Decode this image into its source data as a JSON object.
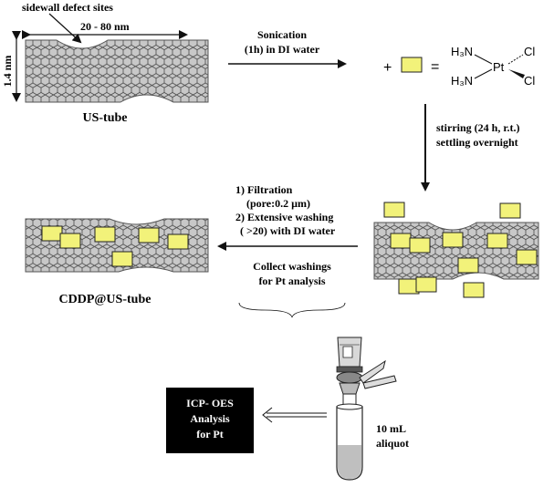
{
  "colors": {
    "tube_fill": "#c8c8c8",
    "tube_line": "#555555",
    "drug_box": "#f2f27a",
    "drug_border": "#222222",
    "ink": "#111111",
    "icp_bg": "#000000",
    "icp_text": "#ffffff"
  },
  "tube": {
    "defect_label": "sidewall defect sites",
    "length_label": "20 - 80 nm",
    "diameter_label": "1.4 nm",
    "name": "US-tube"
  },
  "step1": {
    "line1": "Sonication",
    "line2": "(1h) in DI water"
  },
  "cisplatin": {
    "plus": "+",
    "equals": "=",
    "nh3_top": "H₃N",
    "nh3_bottom": "H₃N",
    "pt": "Pt",
    "cl_top": "Cl",
    "cl_bottom": "Cl"
  },
  "step2": {
    "line1": "stirring (24 h, r.t.)",
    "line2": "settling overnight"
  },
  "step3": {
    "line1": "1) Filtration",
    "line2": "(pore:0.2 µm)",
    "line3": "2) Extensive washing",
    "line4": "( >20) with DI water"
  },
  "washings": {
    "line1": "Collect washings",
    "line2": "for Pt analysis"
  },
  "product": {
    "name": "CDDP@US-tube"
  },
  "icp": {
    "line1": "ICP- OES",
    "line2": "Analysis",
    "line3": "for  Pt"
  },
  "aliquot": {
    "line1": "10 mL",
    "line2": "aliquot"
  },
  "icons": {
    "tube": "nanotube-honeycomb-icon",
    "drug": "cisplatin-square-icon",
    "funnel": "vacuum-filtration-funnel-icon",
    "test_tube": "test-tube-icon"
  }
}
